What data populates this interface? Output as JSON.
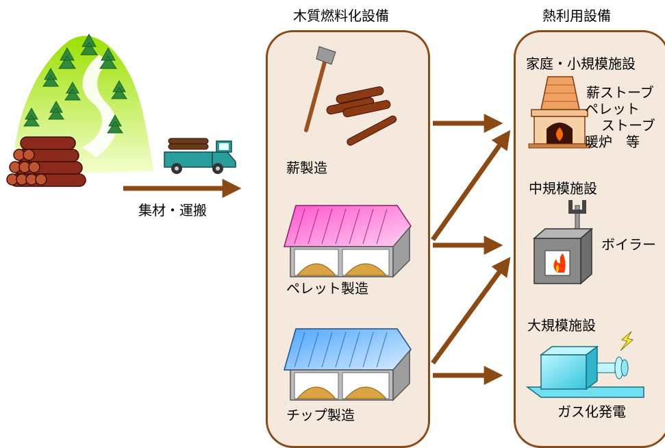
{
  "left": {
    "transport_label": "集材・運搬"
  },
  "fuel_facilities": {
    "title": "木質燃料化設備",
    "firewood": "薪製造",
    "pellet": "ペレット製造",
    "chip": "チップ製造"
  },
  "heat_facilities": {
    "title": "熱利用設備",
    "small": {
      "title": "家庭・小規模施設",
      "line1": "薪ストーブ",
      "line2": "ペレット",
      "line3": "ストーブ",
      "line4": "暖炉　等"
    },
    "medium": {
      "title": "中規模施設",
      "device": "ボイラー"
    },
    "large": {
      "title": "大規模施設",
      "device": "ガス化発電"
    }
  },
  "colors": {
    "arrow": "#8b4a14",
    "panel_border": "#8b4a14",
    "panel_fill": "#f4e9dc",
    "pellet_roof": "#ff66cc",
    "chip_roof": "#66b3ff",
    "truck": "#2a9d9d",
    "generator": "#66e0f0",
    "boiler": "#8a8a8a"
  }
}
